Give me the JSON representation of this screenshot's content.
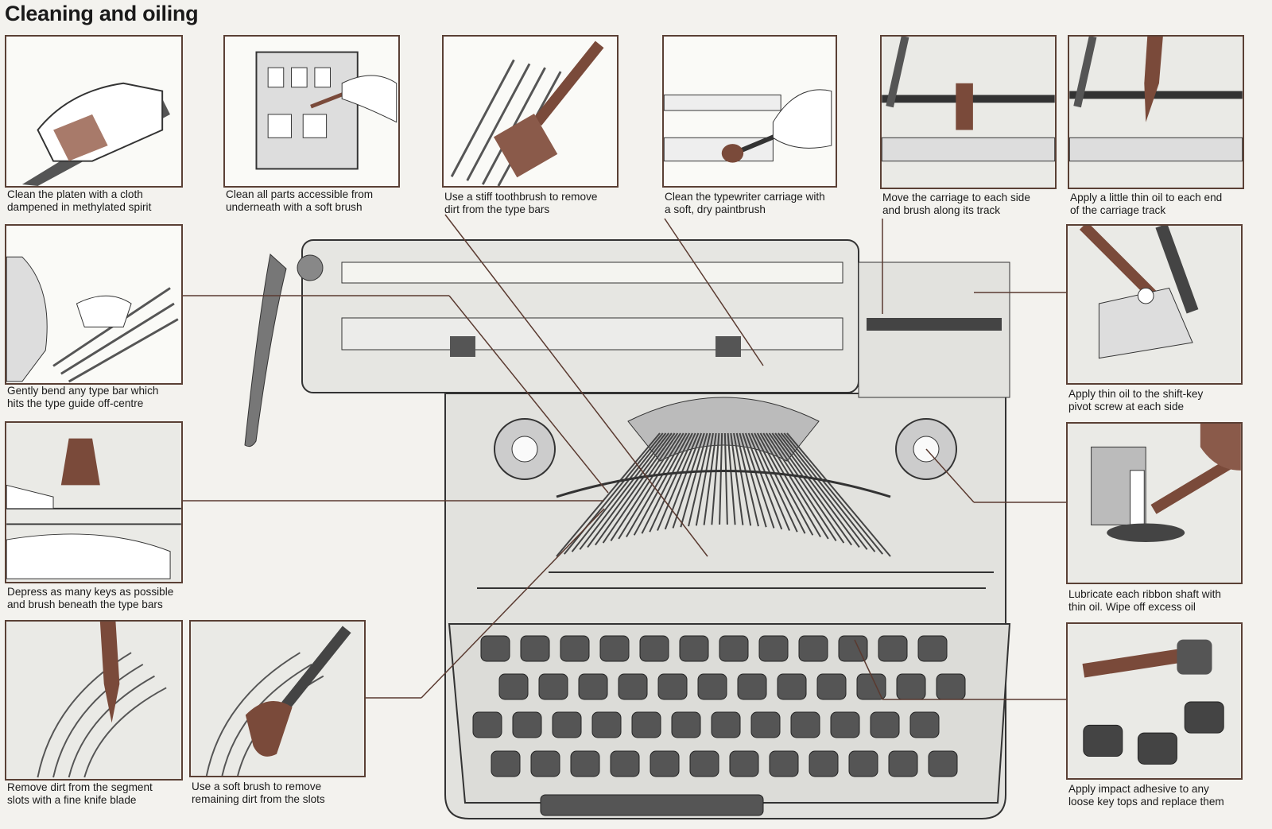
{
  "title": "Cleaning and oiling",
  "colors": {
    "accent_brown": "#7a4a3a",
    "frame_grey": "#e2e2de",
    "key_grey": "#555555",
    "panel_border": "#5a4035"
  },
  "steps": {
    "platen": [
      "Clean the platen with a cloth",
      "dampened in methylated spirit"
    ],
    "underneath": [
      "Clean all parts accessible from",
      "underneath with a soft brush"
    ],
    "toothbrush": [
      "Use a stiff toothbrush to remove",
      "dirt from the type bars"
    ],
    "carriage": [
      "Clean the typewriter carriage with",
      "a soft, dry paintbrush"
    ],
    "track": [
      "Move the carriage to each side",
      "and brush along its track"
    ],
    "oil_track": [
      "Apply a little thin oil to each end",
      "of the carriage track"
    ],
    "bend": [
      "Gently bend any type bar which",
      "hits the type guide off-centre"
    ],
    "depress": [
      "Depress as many keys as possible",
      "and brush beneath the type bars"
    ],
    "shift_key": [
      "Apply thin oil to the shift-key",
      "pivot screw at each side"
    ],
    "ribbon": [
      "Lubricate each ribbon shaft with",
      "thin oil. Wipe off excess oil"
    ],
    "knife": [
      "Remove dirt from the segment",
      "slots with a fine knife blade"
    ],
    "soft_brush": [
      "Use a soft brush to remove",
      "remaining dirt from the slots"
    ],
    "adhesive": [
      "Apply impact adhesive to any",
      "loose key tops and replace them"
    ]
  }
}
